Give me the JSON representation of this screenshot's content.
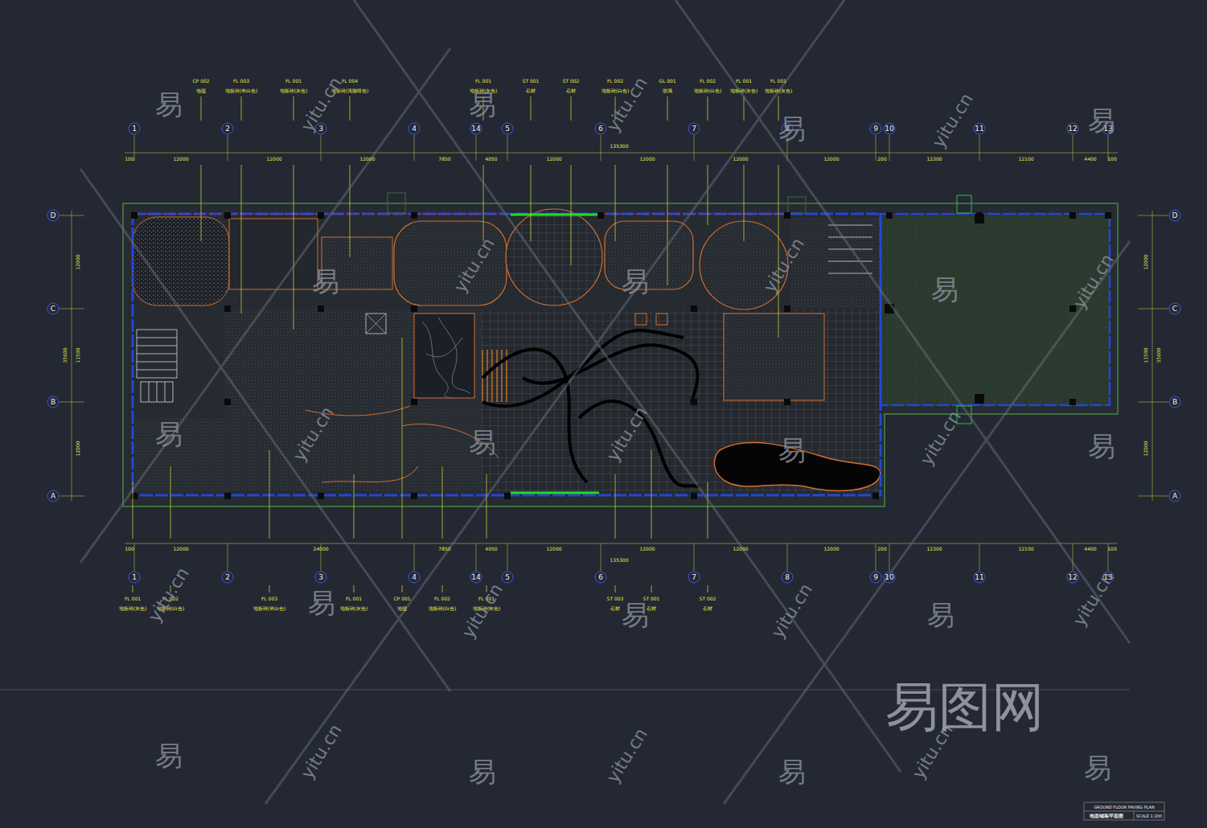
{
  "diagram": {
    "title": "地面铺装平面图",
    "labels": [
      "CP 002",
      "地毯",
      "FL 003",
      "地板砖(米白色)",
      "FL 001",
      "地板砖(灰色)",
      "FL 004",
      "地板砖(浅咖啡色)",
      "FL 001",
      "地板砖(灰色)",
      "ST 001",
      "石材",
      "ST 002",
      "石材",
      "FL 002",
      "地板砖(白色)",
      "GL 001",
      "玻璃",
      "FL 002",
      "地板砖(白色)",
      "FL 001",
      "地板砖(灰色)",
      "FL 001",
      "地板砖(灰色)",
      "1",
      "2",
      "3",
      "4",
      "14",
      "5",
      "6",
      "7",
      "8",
      "9",
      "10",
      "11",
      "12",
      "13",
      "100",
      "12000",
      "12000",
      "12000",
      "7850",
      "4050",
      "12000",
      "12000",
      "12000",
      "12000",
      "200",
      "12300",
      "12100",
      "4400",
      "100",
      "135300",
      "D",
      "C",
      "B",
      "A",
      "D",
      "C",
      "B",
      "A",
      "12000",
      "11500",
      "12000",
      "35600",
      "12000",
      "11500",
      "12000",
      "35600",
      "100",
      "12000",
      "24000",
      "7850",
      "4050",
      "12000",
      "12000",
      "12000",
      "12000",
      "200",
      "12300",
      "12100",
      "4400",
      "100",
      "135300",
      "1",
      "2",
      "3",
      "4",
      "14",
      "5",
      "6",
      "7",
      "8",
      "9",
      "10",
      "11",
      "12",
      "13",
      "FL 001",
      "地板砖(灰色)",
      "FL 002",
      "地板砖(白色)",
      "FL 003",
      "地板砖(米白色)",
      "FL 001",
      "地板砖(灰色)",
      "CP 001",
      "地毯",
      "FL 002",
      "地板砖(白色)",
      "FL 001",
      "地板砖(灰色)",
      "ST 003",
      "石材",
      "ST 001",
      "石材",
      "ST 002",
      "石材",
      "GROUND FLOOR PAVING PLAN",
      "SCALE 1:200",
      "易",
      "易",
      "易",
      "易",
      "易",
      "易",
      "易",
      "易",
      "易",
      "易",
      "易",
      "易",
      "易",
      "易",
      "易",
      "易",
      "易",
      "易",
      "yitu.cn",
      "yitu.cn",
      "yitu.cn",
      "yitu.cn",
      "yitu.cn",
      "yitu.cn",
      "yitu.cn",
      "yitu.cn",
      "yitu.cn",
      "yitu.cn",
      "yitu.cn",
      "yitu.cn",
      "yitu.cn",
      "yitu.cn",
      "yitu.cn",
      "yitu.cn",
      "易图网"
    ]
  }
}
